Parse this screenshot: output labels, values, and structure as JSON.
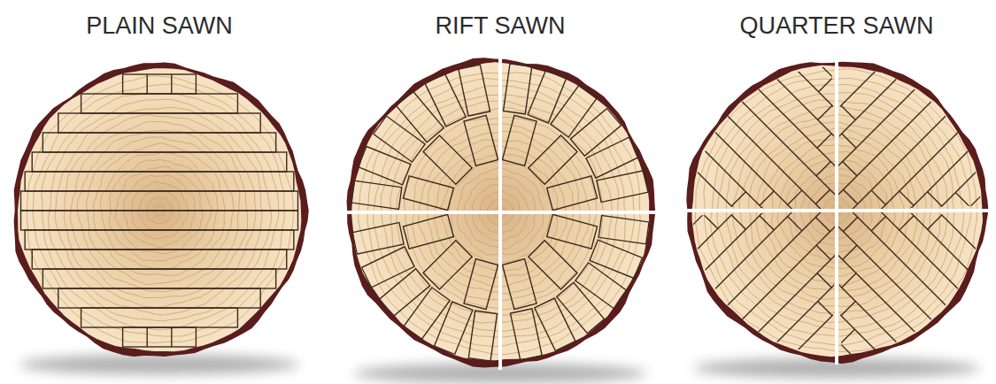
{
  "diagram": {
    "labels": [
      "PLAIN SAWN",
      "RIFT SAWN",
      "QUARTER SAWN"
    ]
  }
}
